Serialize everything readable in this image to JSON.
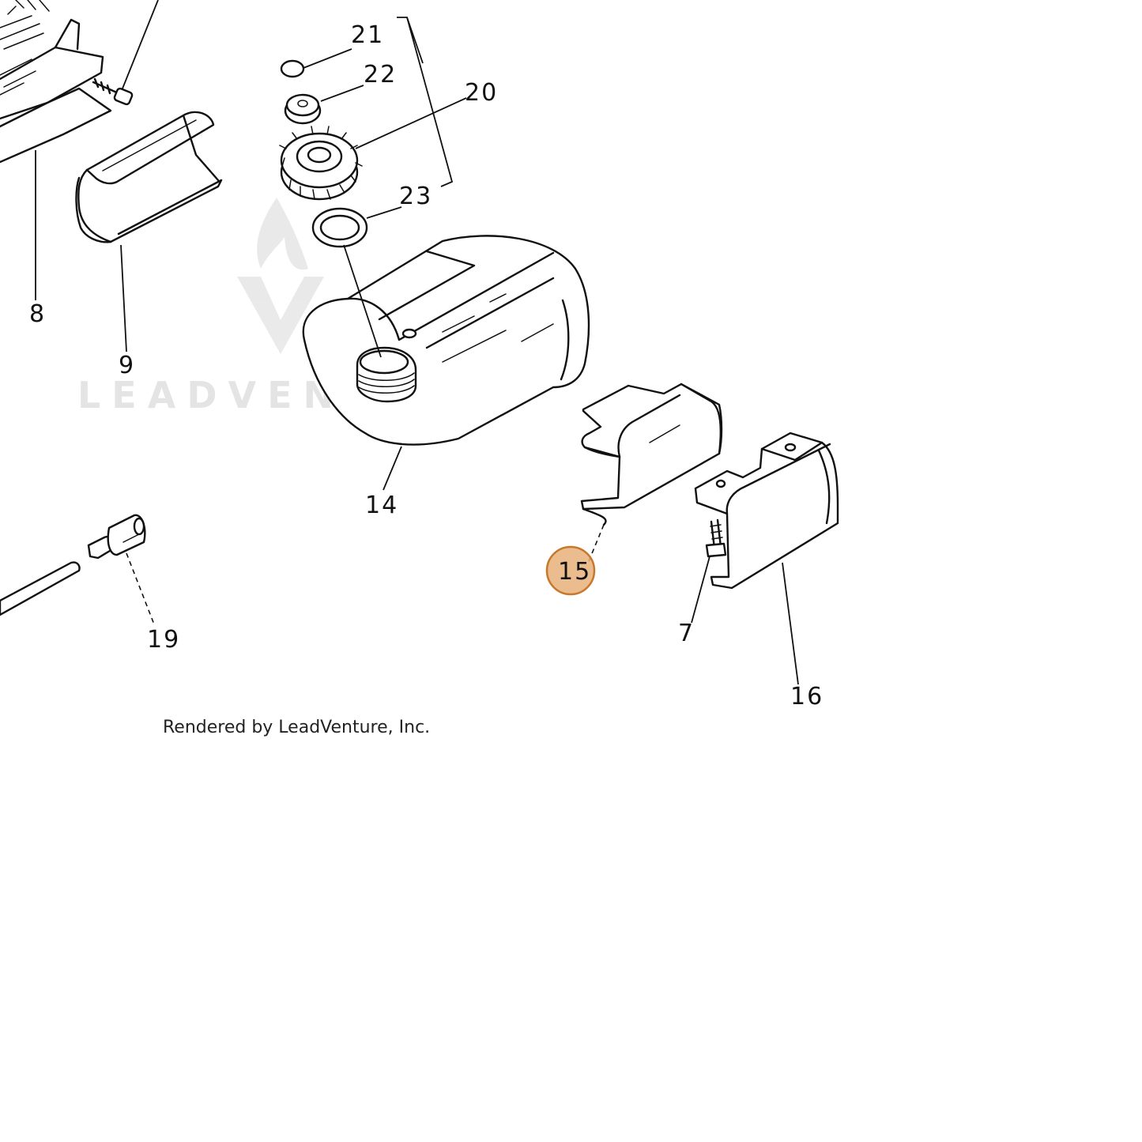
{
  "diagram": {
    "callouts": [
      "21",
      "22",
      "20",
      "23",
      "8",
      "9",
      "14",
      "15",
      "7",
      "16",
      "19"
    ],
    "highlighted_part": "15",
    "highlight_color": "#e8b07a",
    "highlight_stroke": "#c8782c"
  },
  "watermark": {
    "text": "LEADVENTURE",
    "color": "#dcdcdc"
  },
  "credit": "Rendered by LeadVenture, Inc."
}
